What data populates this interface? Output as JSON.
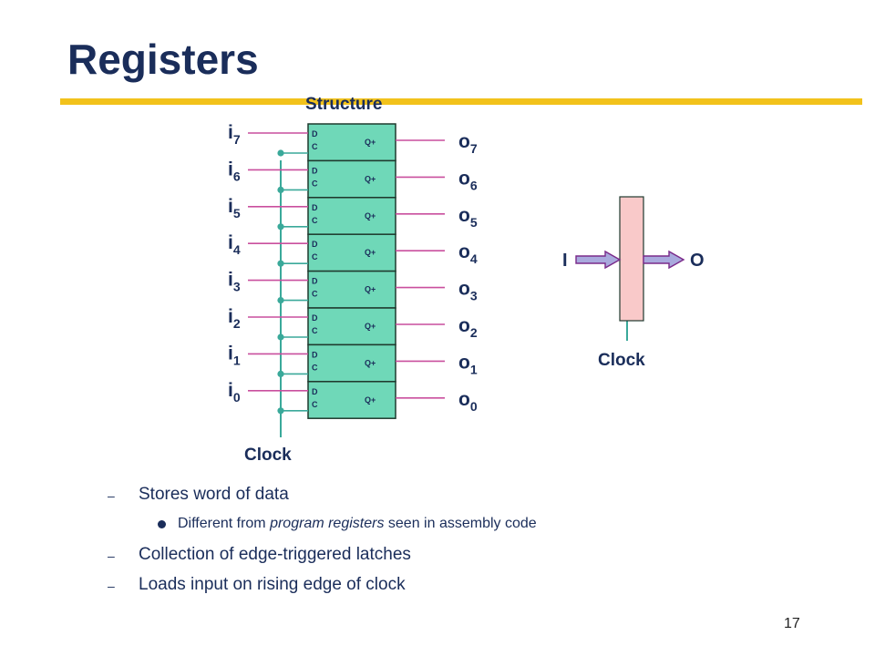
{
  "slide": {
    "title": "Registers",
    "page_number": "17"
  },
  "diagram": {
    "structure_label": "Structure",
    "register_inputs": [
      "i7",
      "i6",
      "i5",
      "i4",
      "i3",
      "i2",
      "i1",
      "i0"
    ],
    "register_outputs": [
      "o7",
      "o6",
      "o5",
      "o4",
      "o3",
      "o2",
      "o1",
      "o0"
    ],
    "latch_pins": {
      "d": "D",
      "c": "C",
      "q": "Q+"
    },
    "clock_label": "Clock",
    "symbol": {
      "input_label": "I",
      "output_label": "O",
      "clock_label": "Clock"
    }
  },
  "bullets": [
    {
      "level": 1,
      "segments": [
        {
          "text": "Stores word of data",
          "italic": false
        }
      ]
    },
    {
      "level": 2,
      "segments": [
        {
          "text": "Different from ",
          "italic": false
        },
        {
          "text": "program registers",
          "italic": true
        },
        {
          "text": " seen in assembly code",
          "italic": false
        }
      ]
    },
    {
      "level": 1,
      "segments": [
        {
          "text": "Collection of edge-triggered latches",
          "italic": false
        }
      ]
    },
    {
      "level": 1,
      "segments": [
        {
          "text": "Loads input on rising edge of clock",
          "italic": false
        }
      ]
    }
  ],
  "colors": {
    "title": "#1a2d5a",
    "rule": "#f2c21b",
    "latch_fill": "#6fd8b8",
    "latch_stroke": "#1f3a2e",
    "wire": "#c94f9e",
    "clock_wire": "#3aa99a",
    "label": "#1a2d5a",
    "register_fill": "#f9c9c9",
    "register_stroke": "#1f3a2e",
    "arrow_fill": "#a9a9dd",
    "arrow_stroke": "#7a2a8a"
  }
}
